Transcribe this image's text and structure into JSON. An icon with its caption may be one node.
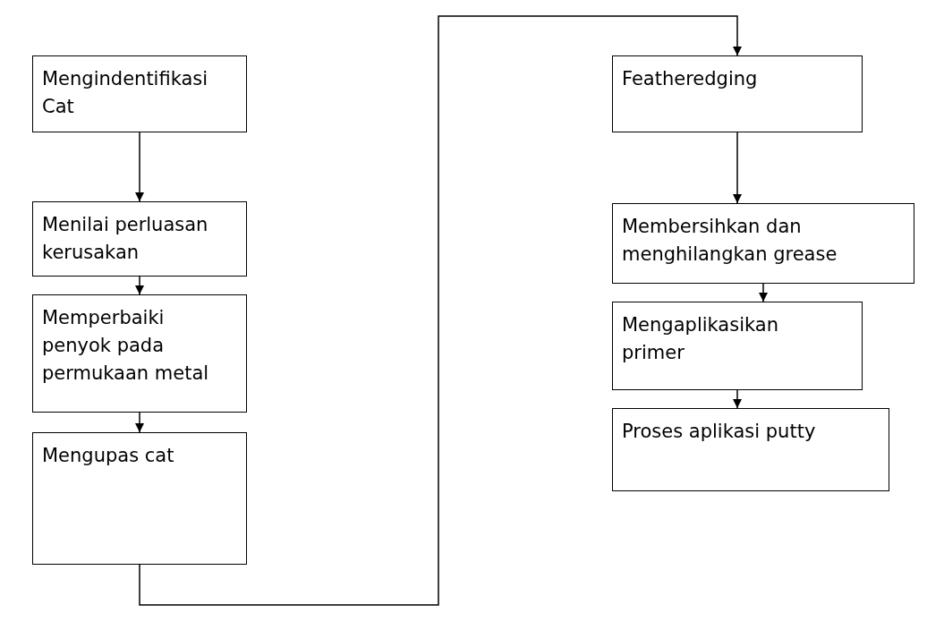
{
  "diagram": {
    "nodes": [
      {
        "text": [
          "Mengindentifikasi Cat"
        ]
      },
      {
        "text": [
          "Menilai perluasan kerusakan"
        ]
      },
      {
        "text": [
          "Memperbaiki penyok pada permukaan metal"
        ]
      },
      {
        "text": [
          "Mengupas cat"
        ]
      },
      {
        "text": [
          "Featheredging"
        ]
      },
      {
        "text": [
          "Membersihkan dan menghilangkan grease"
        ]
      },
      {
        "text": [
          "Mengaplikasikan primer"
        ]
      },
      {
        "text": [
          "Proses aplikasi putty"
        ]
      }
    ],
    "edges": [
      {
        "from": 0,
        "to": 1,
        "arrow": "to"
      },
      {
        "from": 1,
        "to": 2,
        "arrow": "to"
      },
      {
        "from": 2,
        "to": 3,
        "arrow": "to"
      },
      {
        "from": 3,
        "to": 4,
        "arrow": "to"
      },
      {
        "from": 4,
        "to": 5,
        "arrow": "to"
      },
      {
        "from": 5,
        "to": 6,
        "arrow": "to"
      },
      {
        "from": 6,
        "to": 7,
        "arrow": "to"
      }
    ]
  }
}
